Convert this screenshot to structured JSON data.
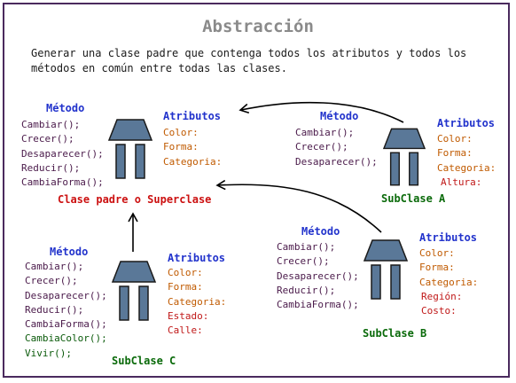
{
  "title": "Abstracción",
  "intro": "Generar una clase padre que contenga todos los atributos y todos los métodos en común entre todas las clases.",
  "colors": {
    "frame": "#4a2a5e",
    "icon_fill": "#5a7898",
    "icon_stroke": "#1a1a1a",
    "heading": "#2233cc",
    "method_text": "#4a1a4a",
    "inherited_attr": "#c05a00",
    "own_attr": "#c01818",
    "subclass_label": "#0a6a0a",
    "superclass_label": "#cc1111"
  },
  "superclass": {
    "label": "Clase padre o Superclase",
    "methods_heading": "Método",
    "attributes_heading": "Atributos",
    "methods": [
      "Cambiar();",
      "Crecer();",
      "Desaparecer();",
      "Reducir();",
      "CambiaForma();"
    ],
    "attributes": [
      "Color:",
      "Forma:",
      "Categoria:"
    ]
  },
  "subclass_a": {
    "label": "SubClase A",
    "methods_heading": "Método",
    "attributes_heading": "Atributos",
    "methods": [
      "Cambiar();",
      "Crecer();",
      "Desaparecer();"
    ],
    "attributes": [
      "Color:",
      "Forma:",
      "Categoria:"
    ],
    "own_attributes": [
      "Altura:"
    ]
  },
  "subclass_b": {
    "label": "SubClase B",
    "methods_heading": "Método",
    "attributes_heading": "Atributos",
    "methods": [
      "Cambiar();",
      "Crecer();",
      "Desaparecer();",
      "Reducir();",
      "CambiaForma();"
    ],
    "attributes": [
      "Color:",
      "Forma:",
      "Categoria:"
    ],
    "own_attributes": [
      "Región:",
      "Costo:"
    ]
  },
  "subclass_c": {
    "label": "SubClase C",
    "methods_heading": "Método",
    "attributes_heading": "Atributos",
    "methods": [
      "Cambiar();",
      "Crecer();",
      "Desaparecer();",
      "Reducir();",
      "CambiaForma();"
    ],
    "own_methods": [
      "CambiaColor();",
      "Vivir();"
    ],
    "attributes": [
      "Color:",
      "Forma:",
      "Categoria:"
    ],
    "own_attributes": [
      "Estado:",
      "Calle:"
    ]
  },
  "icons": {
    "class_icon": "class-building-icon",
    "inheritance_arrow": "inheritance-arrow"
  }
}
